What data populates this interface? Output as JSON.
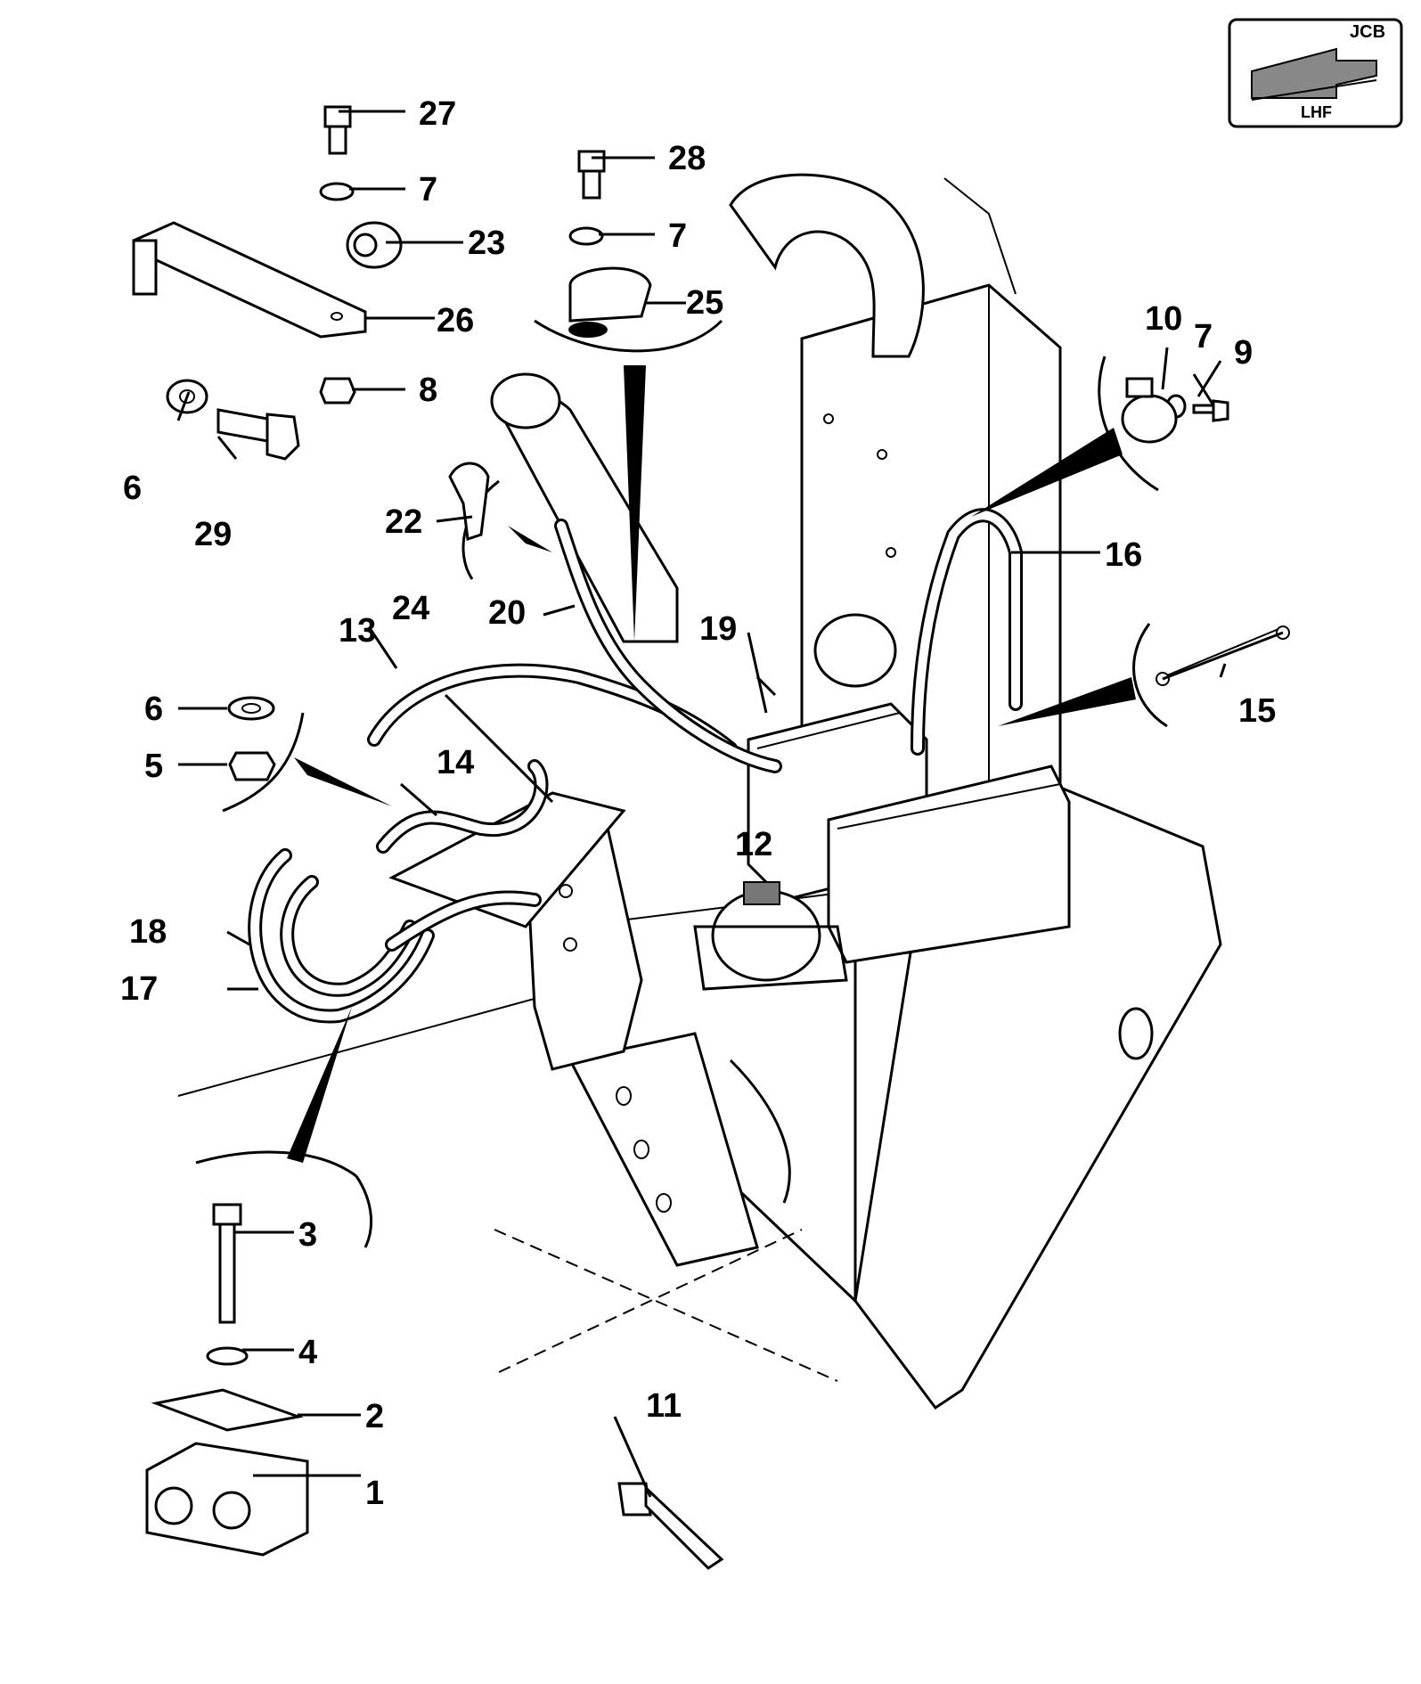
{
  "badge": {
    "brand": "JCB",
    "view": "LHF"
  },
  "callouts": [
    {
      "id": "c1",
      "label": "1"
    },
    {
      "id": "c2",
      "label": "2"
    },
    {
      "id": "c3",
      "label": "3"
    },
    {
      "id": "c4",
      "label": "4"
    },
    {
      "id": "c5",
      "label": "5"
    },
    {
      "id": "c6a",
      "label": "6"
    },
    {
      "id": "c6b",
      "label": "6"
    },
    {
      "id": "c7a",
      "label": "7"
    },
    {
      "id": "c7b",
      "label": "7"
    },
    {
      "id": "c7c",
      "label": "7"
    },
    {
      "id": "c8",
      "label": "8"
    },
    {
      "id": "c9",
      "label": "9"
    },
    {
      "id": "c10",
      "label": "10"
    },
    {
      "id": "c11",
      "label": "11"
    },
    {
      "id": "c12",
      "label": "12"
    },
    {
      "id": "c13",
      "label": "13"
    },
    {
      "id": "c14",
      "label": "14"
    },
    {
      "id": "c15",
      "label": "15"
    },
    {
      "id": "c16",
      "label": "16"
    },
    {
      "id": "c17",
      "label": "17"
    },
    {
      "id": "c18",
      "label": "18"
    },
    {
      "id": "c19",
      "label": "19"
    },
    {
      "id": "c20",
      "label": "20"
    },
    {
      "id": "c22",
      "label": "22"
    },
    {
      "id": "c23",
      "label": "23"
    },
    {
      "id": "c24",
      "label": "24"
    },
    {
      "id": "c25",
      "label": "25"
    },
    {
      "id": "c26",
      "label": "26"
    },
    {
      "id": "c27",
      "label": "27"
    },
    {
      "id": "c28",
      "label": "28"
    },
    {
      "id": "c29",
      "label": "29"
    }
  ]
}
